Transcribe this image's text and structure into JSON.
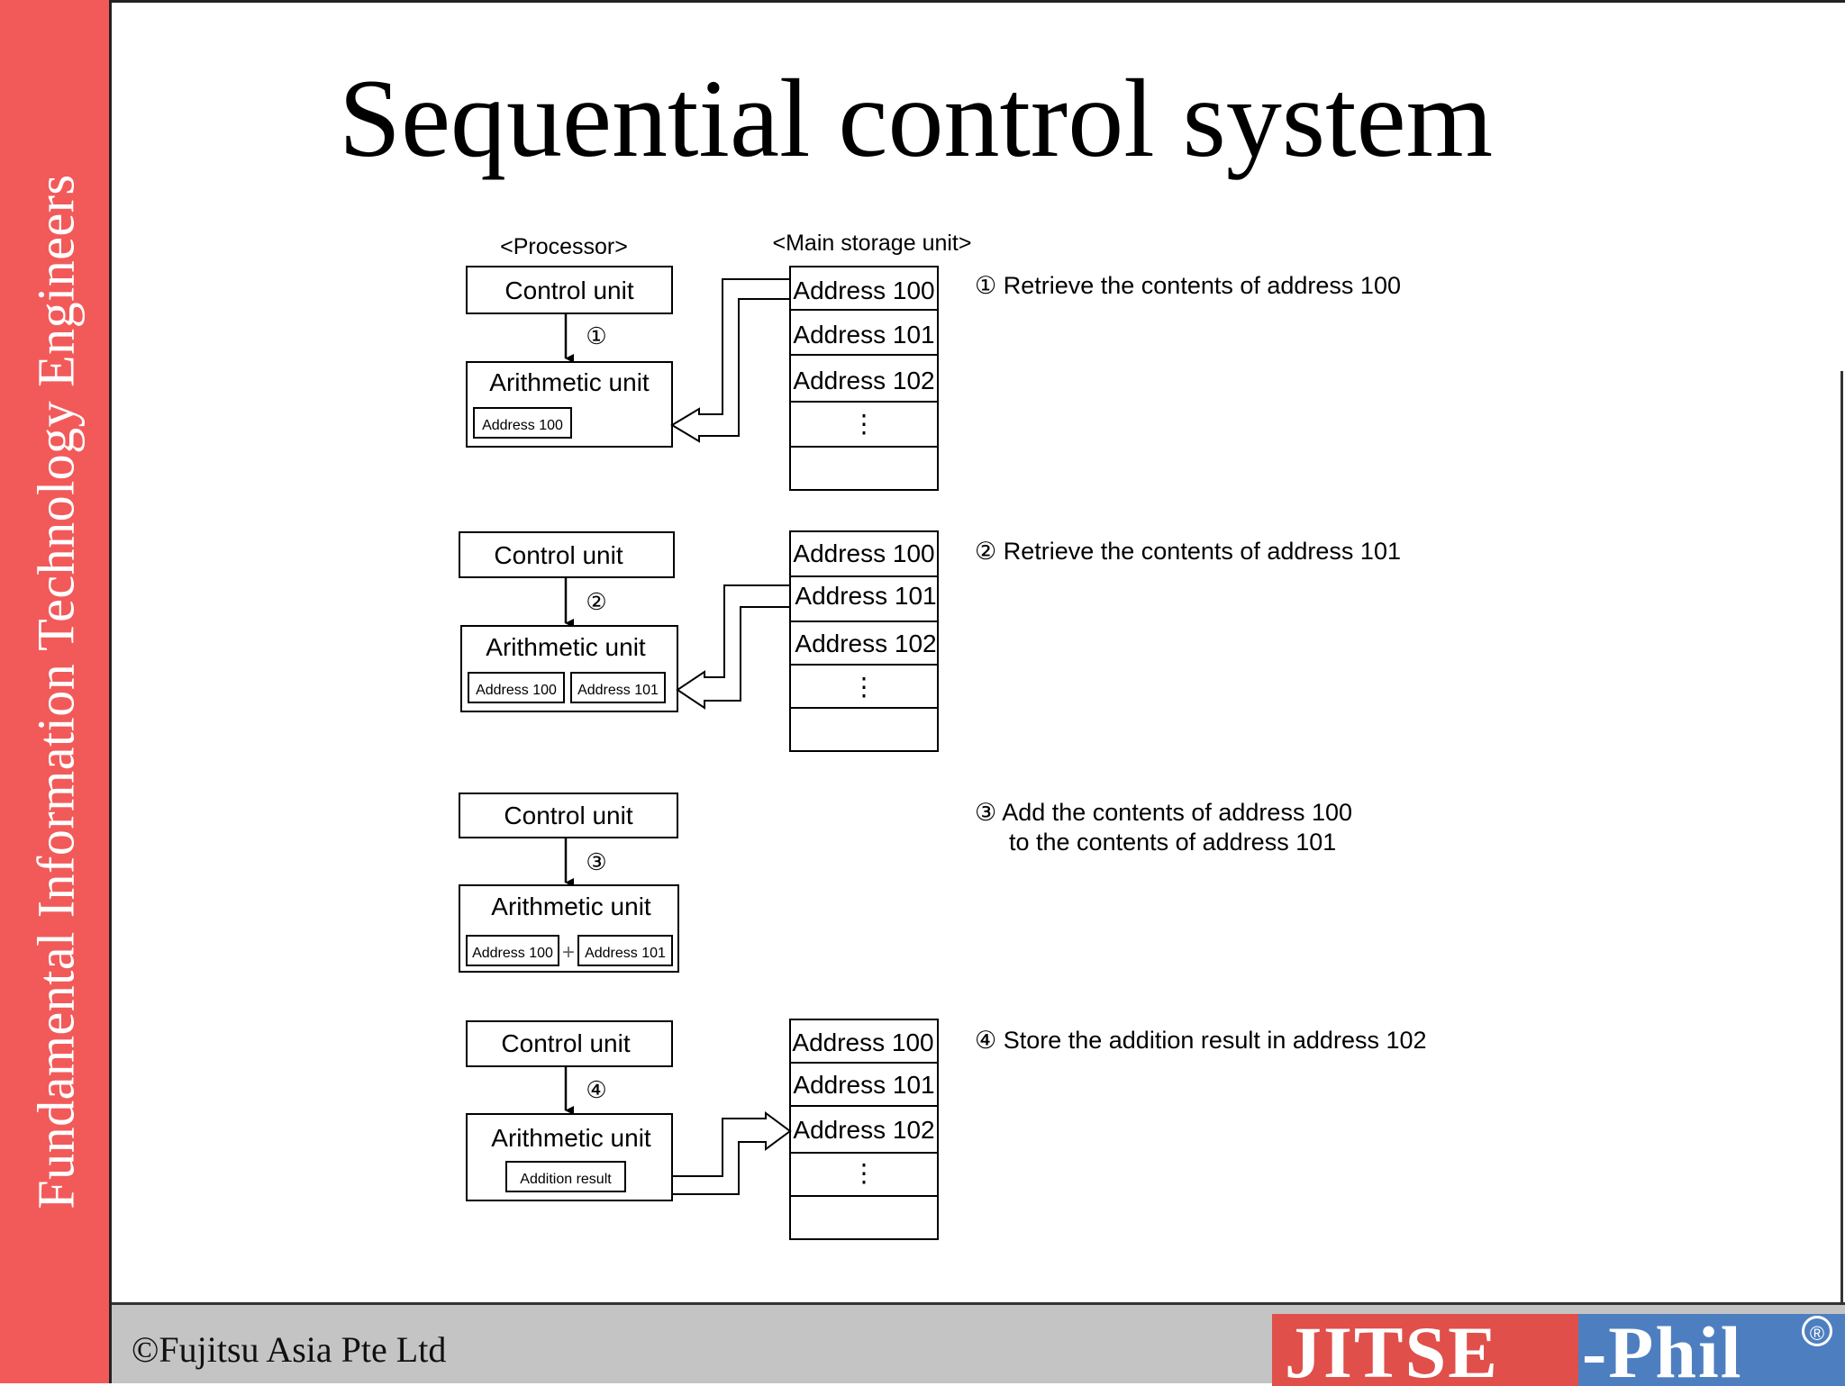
{
  "slide": {
    "title": "Sequential control system",
    "sidebar_text": "Fundamental Information Technology Engineers",
    "copyright": "©Fujitsu Asia Pte Ltd",
    "logo": {
      "left": "JITSE",
      "right": "-Phil",
      "mark": "®"
    }
  },
  "headers": {
    "processor": "<Processor>",
    "storage": "<Main storage unit>"
  },
  "labels": {
    "control_unit": "Control unit",
    "arithmetic_unit": "Arithmetic unit",
    "addr100": "Address 100",
    "addr101": "Address 101",
    "addr102": "Address 102",
    "ellipsis": "⋮",
    "addition_result": "Addition result",
    "plus": "+"
  },
  "steps": [
    {
      "marker": "①",
      "desc": [
        "① Retrieve the contents of address 100"
      ]
    },
    {
      "marker": "②",
      "desc": [
        "② Retrieve the contents of address 101"
      ]
    },
    {
      "marker": "③",
      "desc": [
        "③ Add the contents of address 100",
        "to the contents of address 101"
      ]
    },
    {
      "marker": "④",
      "desc": [
        "④ Store the addition result in address 102"
      ]
    }
  ],
  "colors": {
    "sidebar": "#f25a5a",
    "footer": "#c4c4c4",
    "logo_red": "#e04f4a",
    "logo_blue": "#4d7fc0"
  }
}
